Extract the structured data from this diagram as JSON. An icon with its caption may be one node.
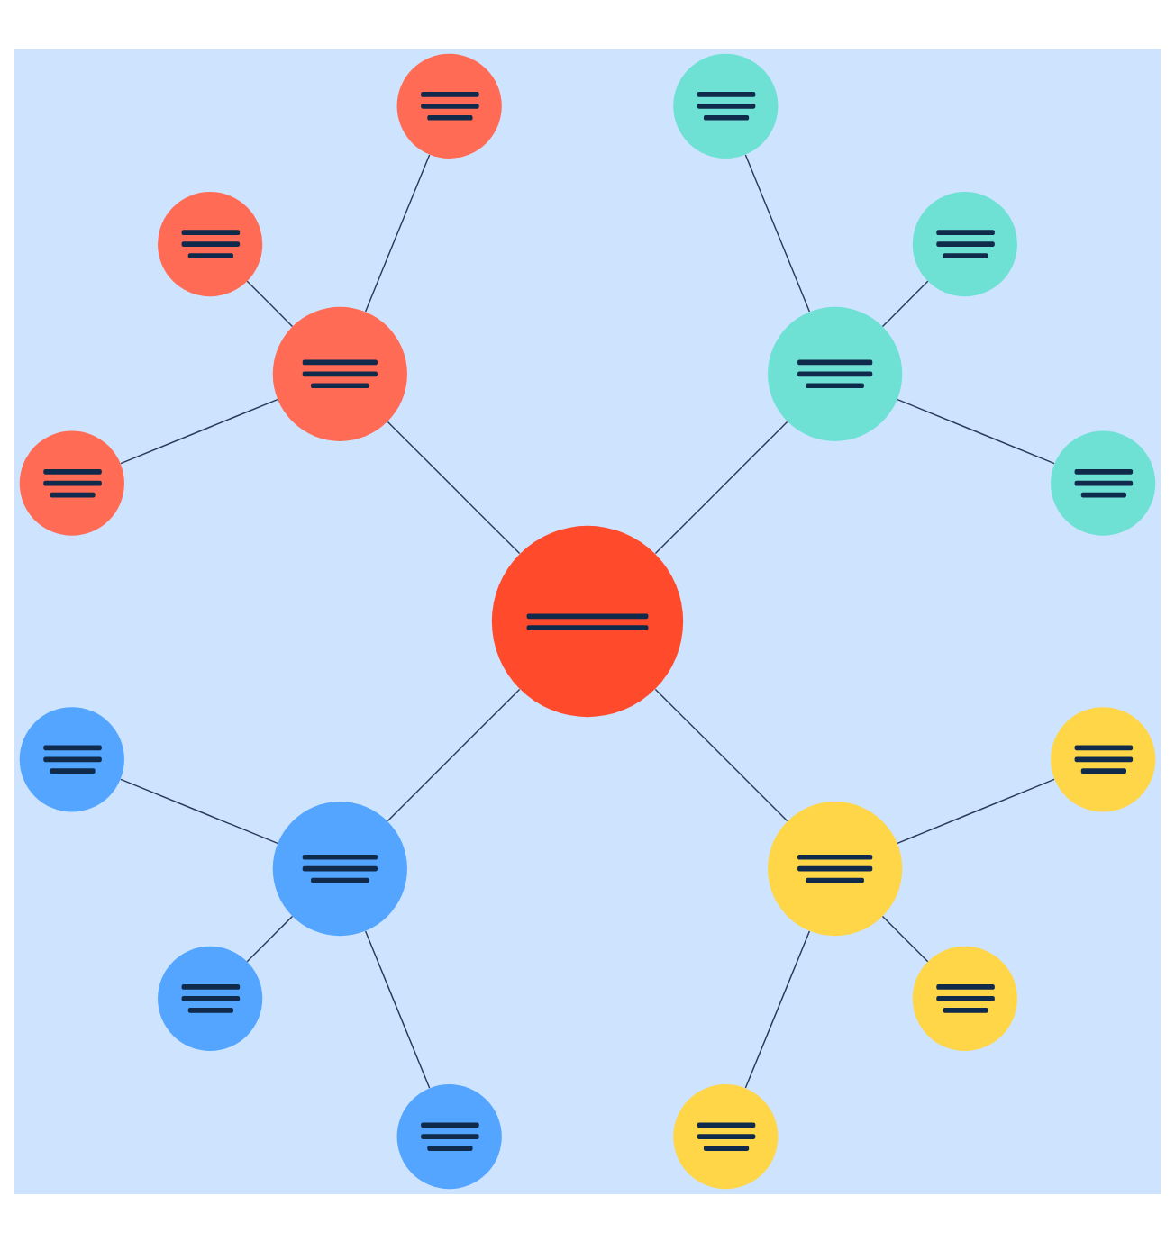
{
  "diagram": {
    "nodes": [
      {
        "text": [],
        "shape": "circle"
      },
      {
        "text": [],
        "shape": "circle"
      },
      {
        "text": [],
        "shape": "circle"
      },
      {
        "text": [],
        "shape": "circle"
      },
      {
        "text": [],
        "shape": "circle"
      },
      {
        "text": [],
        "shape": "circle"
      },
      {
        "text": [],
        "shape": "circle"
      },
      {
        "text": [],
        "shape": "circle"
      },
      {
        "text": [],
        "shape": "circle"
      },
      {
        "text": [],
        "shape": "circle"
      },
      {
        "text": [],
        "shape": "circle"
      },
      {
        "text": [],
        "shape": "circle"
      },
      {
        "text": [],
        "shape": "circle"
      },
      {
        "text": [],
        "shape": "circle"
      },
      {
        "text": [],
        "shape": "circle"
      },
      {
        "text": [],
        "shape": "circle"
      },
      {
        "text": [],
        "shape": "circle"
      }
    ],
    "edges": [
      {
        "from": 0,
        "to": 1,
        "arrow": "none"
      },
      {
        "from": 0,
        "to": 5,
        "arrow": "none"
      },
      {
        "from": 0,
        "to": 9,
        "arrow": "none"
      },
      {
        "from": 0,
        "to": 13,
        "arrow": "none"
      },
      {
        "from": 1,
        "to": 2,
        "arrow": "none"
      },
      {
        "from": 1,
        "to": 3,
        "arrow": "none"
      },
      {
        "from": 1,
        "to": 4,
        "arrow": "none"
      },
      {
        "from": 5,
        "to": 6,
        "arrow": "none"
      },
      {
        "from": 5,
        "to": 7,
        "arrow": "none"
      },
      {
        "from": 5,
        "to": 8,
        "arrow": "none"
      },
      {
        "from": 9,
        "to": 10,
        "arrow": "none"
      },
      {
        "from": 9,
        "to": 11,
        "arrow": "none"
      },
      {
        "from": 9,
        "to": 12,
        "arrow": "none"
      },
      {
        "from": 13,
        "to": 14,
        "arrow": "none"
      },
      {
        "from": 13,
        "to": 15,
        "arrow": "none"
      },
      {
        "from": 13,
        "to": 16,
        "arrow": "none"
      }
    ]
  }
}
